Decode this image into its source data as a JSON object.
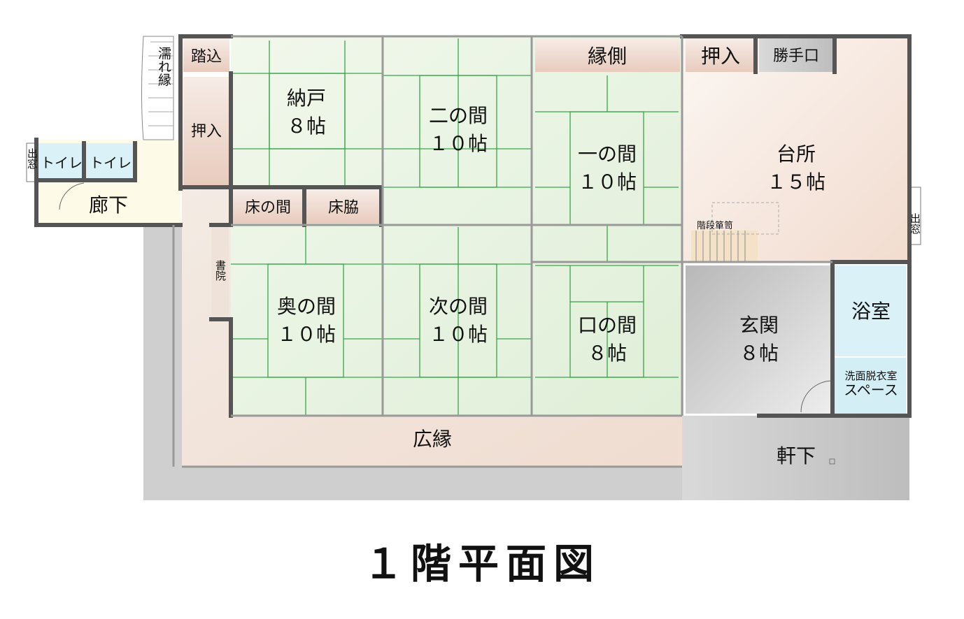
{
  "title": "１階平面図",
  "rooms": {
    "nando": [
      "納戸",
      "８帖"
    ],
    "ninoma": [
      "二の間",
      "１０帖"
    ],
    "ichinoma": [
      "一の間",
      "１０帖"
    ],
    "daidokoro": [
      "台所",
      "１５帖"
    ],
    "okunoma": [
      "奥の間",
      "１０帖"
    ],
    "tsuginoma": [
      "次の間",
      "１０帖"
    ],
    "kuchinoma": [
      "口の間",
      "８帖"
    ],
    "genkan": [
      "玄関",
      "８帖"
    ]
  },
  "labels": {
    "fumikomi": "踏込",
    "oshiire_left": "押入",
    "nureen": "濡れ縁",
    "toilet1": "トイレ",
    "toilet2": "トイレ",
    "demado_left": "出窓",
    "rouka": "廊下",
    "tokonoma": "床の間",
    "tokowaki": "床脇",
    "engawa": "縁側",
    "oshiire_top": "押入",
    "katteguchi": "勝手口",
    "kaidan": "階段箪笥",
    "demado_right": "出窓",
    "shoin": "書院",
    "yokushitsu": "浴室",
    "senmen": [
      "洗面脱衣室",
      "スペース"
    ],
    "hiroen": "広縁",
    "nokishita": "軒下"
  },
  "colors": {
    "tatami": "#eaf4e4",
    "tatami_line": "#3aa64a",
    "wood": "#f1e1d6",
    "concrete": "#c9c9c9",
    "bath": "#d6f0f8",
    "wall": "#555555"
  }
}
